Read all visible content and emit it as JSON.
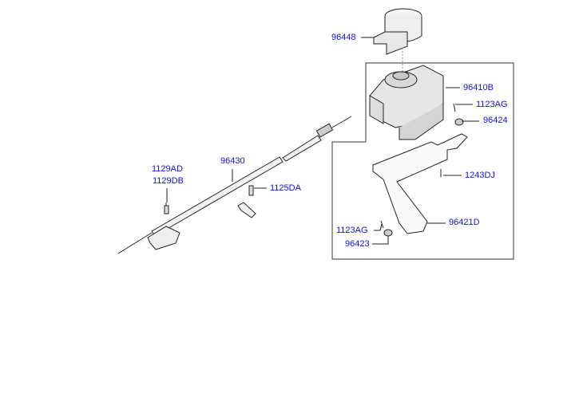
{
  "label_color": "#1010e0",
  "parts": {
    "p96448": "96448",
    "p96410B": "96410B",
    "p1123AG_a": "1123AG",
    "p96424": "96424",
    "p1243DJ": "1243DJ",
    "p96421D": "96421D",
    "p1123AG_b": "1123AG",
    "p96423": "96423",
    "p1129AD": "1129AD",
    "p1129DB": "1129DB",
    "p96430": "96430",
    "p1125DA": "1125DA"
  }
}
